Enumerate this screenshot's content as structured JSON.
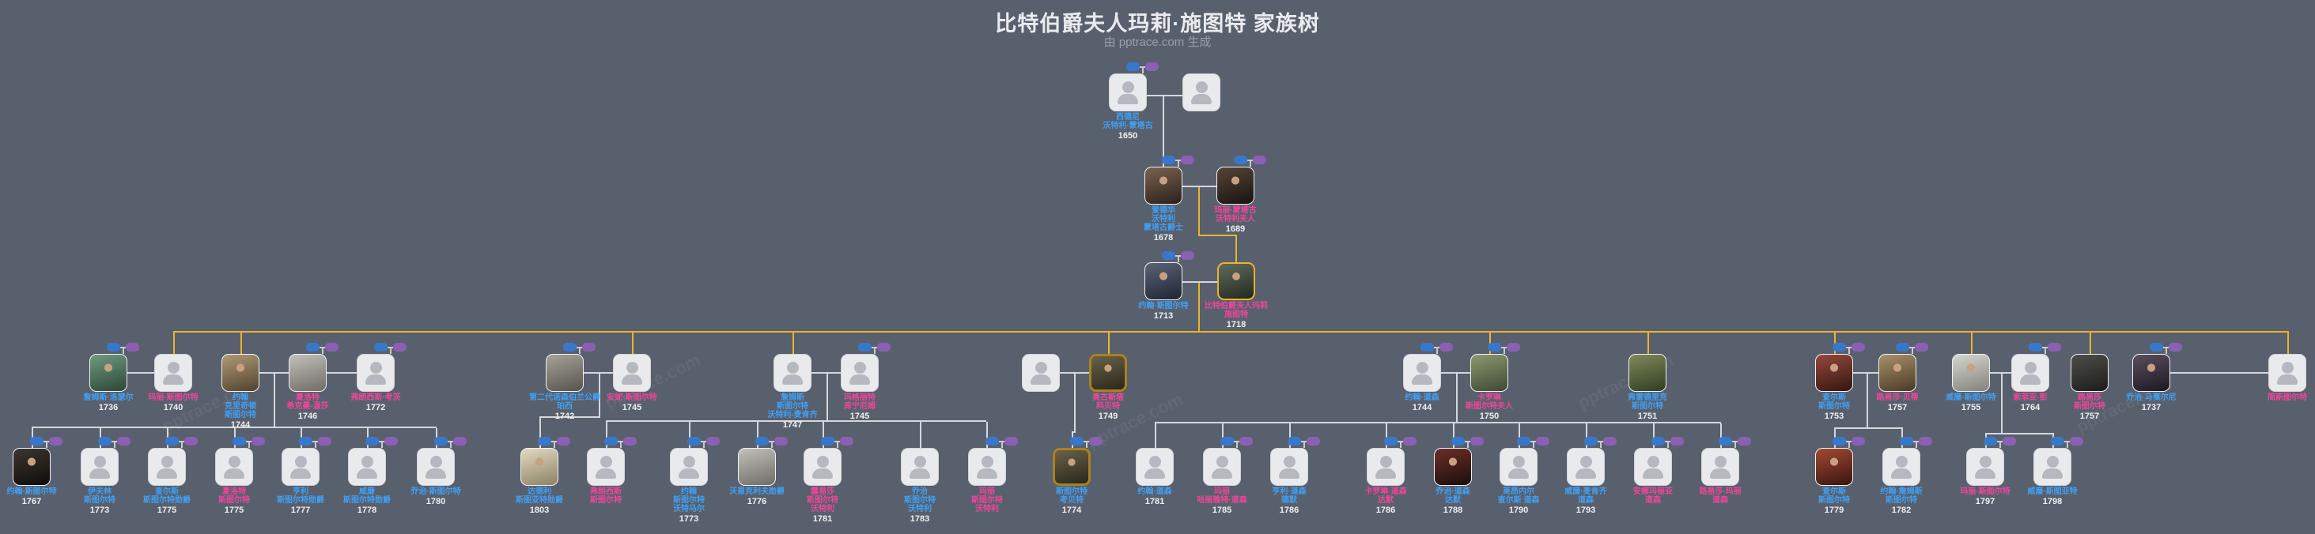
{
  "title": "比特伯爵夫人玛莉·施图特 家族树",
  "subtitle": "由 pptrace.com 生成",
  "watermark": "pptrace.com",
  "colors": {
    "background": "#59606d",
    "male_name": "#3fa0f5",
    "female_name": "#f0459c",
    "year_text": "#eef0f2",
    "line": "#d4d7db",
    "lineage_line": "#eab42c",
    "father_pill": "#3878cc",
    "mother_pill": "#8b5fb3",
    "focus_border": "#eab42c",
    "card_background": "#e9eaec"
  },
  "people": [
    {
      "name": "西德尼\n沃特利·蒙塔古",
      "year": "1650",
      "sex": "m",
      "portrait": "",
      "pills": true
    },
    {
      "name": "",
      "year": "",
      "sex": "u",
      "portrait": "",
      "pills": false
    },
    {
      "name": "爱德华\n沃特利\n蒙塔古爵士",
      "year": "1678",
      "sex": "m",
      "portrait": "oil-brown",
      "pills": true
    },
    {
      "name": "玛丽·蒙塔古\n沃特利夫人",
      "year": "1689",
      "sex": "f",
      "portrait": "oil-dark",
      "pills": true
    },
    {
      "name": "约翰·斯图尔特",
      "year": "1713",
      "sex": "m",
      "portrait": "oil-blue",
      "pills": true
    },
    {
      "name": "比特伯爵夫人玛莉\n施图特",
      "year": "1718",
      "sex": "f",
      "portrait": "oil-green",
      "pills": false,
      "focus": true
    },
    {
      "name": "詹姆斯·洛瑟尔",
      "year": "1736",
      "sex": "m",
      "portrait": "oil-teal",
      "pills": true
    },
    {
      "name": "玛丽·斯图尔特",
      "year": "1740",
      "sex": "f",
      "portrait": "",
      "pills": false
    },
    {
      "name": "约翰\n克里奇顿\n斯图尔特",
      "year": "1744",
      "sex": "m",
      "portrait": "oil-tan",
      "pills": false
    },
    {
      "name": "夏洛特\n希克曼-温莎",
      "year": "1746",
      "sex": "f",
      "portrait": "engraving-light",
      "pills": true
    },
    {
      "name": "弗朗西斯·考茨",
      "year": "1772",
      "sex": "f",
      "portrait": "",
      "pills": true
    },
    {
      "name": "第二代诺森伯兰公爵\n珀西",
      "year": "1742",
      "sex": "m",
      "portrait": "engraving-gray",
      "pills": true
    },
    {
      "name": "安妮·斯图尔特",
      "year": "1745",
      "sex": "f",
      "portrait": "",
      "pills": false
    },
    {
      "name": "詹姆斯\n斯图尔特\n沃特利-麦肯齐",
      "year": "1747",
      "sex": "m",
      "portrait": "",
      "pills": false
    },
    {
      "name": "玛格丽特\n库宁厄姆",
      "year": "1745",
      "sex": "f",
      "portrait": "",
      "pills": true
    },
    {
      "name": "",
      "year": "",
      "sex": "u",
      "portrait": "",
      "pills": false
    },
    {
      "name": "奥古斯塔\n科贝特",
      "year": "1749",
      "sex": "f",
      "portrait": "gold-frame",
      "pills": false
    },
    {
      "name": "约翰·道森",
      "year": "1744",
      "sex": "m",
      "portrait": "",
      "pills": true
    },
    {
      "name": "卡罗琳\n斯图尔特夫人",
      "year": "1750",
      "sex": "f",
      "portrait": "oil-landscape",
      "pills": true
    },
    {
      "name": "弗雷德里克\n斯图尔特",
      "year": "1751",
      "sex": "m",
      "portrait": "oil-tree",
      "pills": false
    },
    {
      "name": "查尔斯\n斯图尔特",
      "year": "1753",
      "sex": "m",
      "portrait": "oil-red",
      "pills": true
    },
    {
      "name": "路易莎·贝蒂",
      "year": "1757",
      "sex": "f",
      "portrait": "oil-warm",
      "pills": true
    },
    {
      "name": "威廉·斯图尔特",
      "year": "1755",
      "sex": "m",
      "portrait": "bust-light",
      "pills": false
    },
    {
      "name": "索菲亚·彭",
      "year": "1764",
      "sex": "f",
      "portrait": "",
      "pills": true
    },
    {
      "name": "路易莎\n斯图尔特",
      "year": "1757",
      "sex": "f",
      "portrait": "engraving-dark",
      "pills": false
    },
    {
      "name": "乔治·马戛尔尼",
      "year": "1737",
      "sex": "m",
      "portrait": "oil-sash",
      "pills": true
    },
    {
      "name": "简斯图尔特",
      "year": "",
      "sex": "f",
      "portrait": "",
      "pills": false
    },
    {
      "name": "约翰·斯图尔特",
      "year": "1767",
      "sex": "m",
      "portrait": "oil-darkhat",
      "pills": true
    },
    {
      "name": "伊夫林\n斯图尔特",
      "year": "1773",
      "sex": "m",
      "portrait": "",
      "pills": true
    },
    {
      "name": "查尔斯\n斯图尔特勋爵",
      "year": "1775",
      "sex": "m",
      "portrait": "",
      "pills": true
    },
    {
      "name": "夏洛特\n斯图尔特",
      "year": "1775",
      "sex": "f",
      "portrait": "",
      "pills": true
    },
    {
      "name": "亨利\n斯图尔特勋爵",
      "year": "1777",
      "sex": "m",
      "portrait": "",
      "pills": true
    },
    {
      "name": "威廉\n斯图尔特勋爵",
      "year": "1778",
      "sex": "m",
      "portrait": "",
      "pills": true
    },
    {
      "name": "乔治·斯图尔特",
      "year": "1780",
      "sex": "m",
      "portrait": "",
      "pills": true
    },
    {
      "name": "达德利\n斯图亚特勋爵",
      "year": "1803",
      "sex": "m",
      "portrait": "sepia",
      "pills": true
    },
    {
      "name": "弗朗西斯\n斯图尔特",
      "year": "",
      "sex": "f",
      "portrait": "",
      "pills": true
    },
    {
      "name": "约翰\n斯图尔特\n沃特马尔",
      "year": "1773",
      "sex": "m",
      "portrait": "",
      "pills": true
    },
    {
      "name": "沃恩克利夫勋爵",
      "year": "1776",
      "sex": "m",
      "portrait": "engraving-light",
      "pills": true
    },
    {
      "name": "露易莎\n斯图尔特\n沃特利",
      "year": "1781",
      "sex": "f",
      "portrait": "",
      "pills": true
    },
    {
      "name": "乔治\n斯图尔特\n沃特利",
      "year": "1783",
      "sex": "m",
      "portrait": "",
      "pills": false
    },
    {
      "name": "玛丽\n斯图尔特\n沃特利",
      "year": "",
      "sex": "f",
      "portrait": "",
      "pills": true
    },
    {
      "name": "斯图尔特\n考贝特",
      "year": "1774",
      "sex": "m",
      "portrait": "gold-frame",
      "pills": true
    },
    {
      "name": "约翰·道森",
      "year": "1781",
      "sex": "m",
      "portrait": "",
      "pills": false
    },
    {
      "name": "玛丽\n哈丽雅特·道森",
      "year": "1785",
      "sex": "f",
      "portrait": "",
      "pills": true
    },
    {
      "name": "亨利·道森\n德默",
      "year": "1786",
      "sex": "m",
      "portrait": "",
      "pills": true
    },
    {
      "name": "卡罗琳·道森\n达默",
      "year": "1786",
      "sex": "f",
      "portrait": "",
      "pills": true
    },
    {
      "name": "乔治·道森\n达默",
      "year": "1788",
      "sex": "m",
      "portrait": "oil-redcoat-dark",
      "pills": true
    },
    {
      "name": "莱昂内尔\n查尔斯 道森",
      "year": "1790",
      "sex": "m",
      "portrait": "",
      "pills": true
    },
    {
      "name": "威廉·麦肯齐\n道森",
      "year": "1793",
      "sex": "m",
      "portrait": "",
      "pills": true
    },
    {
      "name": "安娜玛丽亚\n道森",
      "year": "",
      "sex": "f",
      "portrait": "",
      "pills": true
    },
    {
      "name": "路易莎·玛丽\n道森",
      "year": "",
      "sex": "f",
      "portrait": "",
      "pills": true
    },
    {
      "name": "查尔斯\n斯图尔特",
      "year": "1779",
      "sex": "m",
      "portrait": "oil-royal",
      "pills": true
    },
    {
      "name": "约翰·詹姆斯\n斯图尔特",
      "year": "1782",
      "sex": "m",
      "portrait": "",
      "pills": true
    },
    {
      "name": "玛丽·斯图尔特",
      "year": "1797",
      "sex": "f",
      "portrait": "",
      "pills": true
    },
    {
      "name": "威廉·斯图亚特",
      "year": "1798",
      "sex": "m",
      "portrait": "",
      "pills": true
    }
  ]
}
